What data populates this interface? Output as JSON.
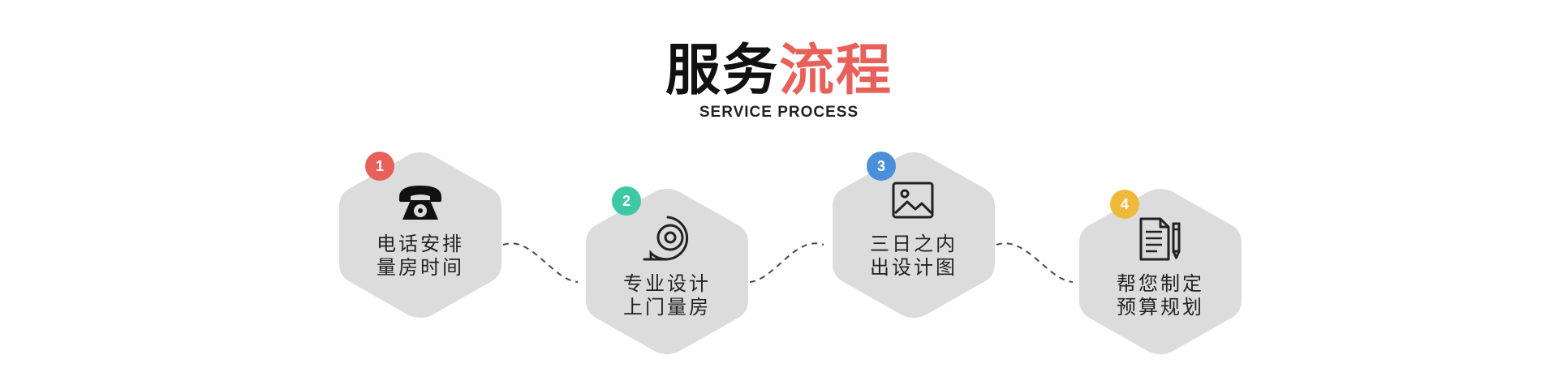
{
  "header": {
    "title_part1": "服务",
    "title_part2": "流程",
    "subtitle": "SERVICE PROCESS"
  },
  "colors": {
    "accent_red": "#e8605a",
    "hex_fill": "#dcdcdc",
    "connector": "#3d4a5c"
  },
  "steps": [
    {
      "number": "1",
      "badge_color": "#e8605a",
      "icon": "telephone-icon",
      "line1": "电话安排",
      "line2": "量房时间"
    },
    {
      "number": "2",
      "badge_color": "#3ec8a4",
      "icon": "tape-measure-icon",
      "line1": "专业设计",
      "line2": "上门量房"
    },
    {
      "number": "3",
      "badge_color": "#4a90d9",
      "icon": "image-icon",
      "line1": "三日之内",
      "line2": "出设计图"
    },
    {
      "number": "4",
      "badge_color": "#f0b93c",
      "icon": "document-pen-icon",
      "line1": "帮您制定",
      "line2": "预算规划"
    }
  ]
}
